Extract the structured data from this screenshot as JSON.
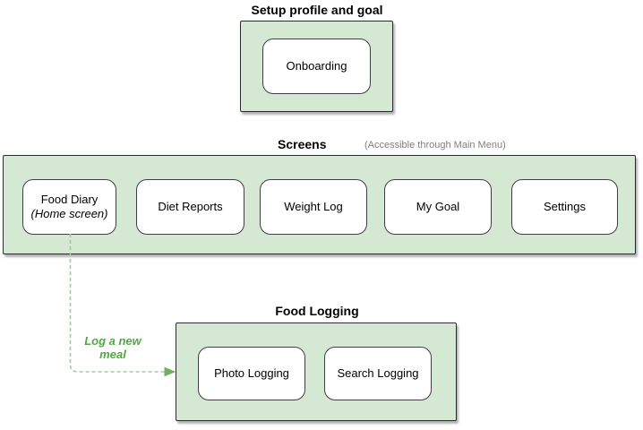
{
  "diagram": {
    "groups": [
      {
        "title": "Setup profile and goal",
        "screens": [
          {
            "label": "Onboarding"
          }
        ]
      },
      {
        "title": "Screens",
        "subtitle": "(Accessible through Main Menu)",
        "screens": [
          {
            "label": "Food Diary",
            "sublabel": "(Home screen)"
          },
          {
            "label": "Diet Reports"
          },
          {
            "label": "Weight Log"
          },
          {
            "label": "My Goal"
          },
          {
            "label": "Settings"
          }
        ]
      },
      {
        "title": "Food Logging",
        "screens": [
          {
            "label": "Photo Logging"
          },
          {
            "label": "Search Logging"
          }
        ]
      }
    ],
    "arrow": {
      "label": "Log a new meal"
    },
    "colors": {
      "container_fill": "#d5e8d4",
      "container_border": "#2b2b2b",
      "box_border": "#3f3f3f",
      "arrow_dash": "#a6c89e",
      "arrow_head": "#6faf62",
      "arrow_label": "#56a446",
      "subtitle_text": "#7f7f7f"
    }
  }
}
